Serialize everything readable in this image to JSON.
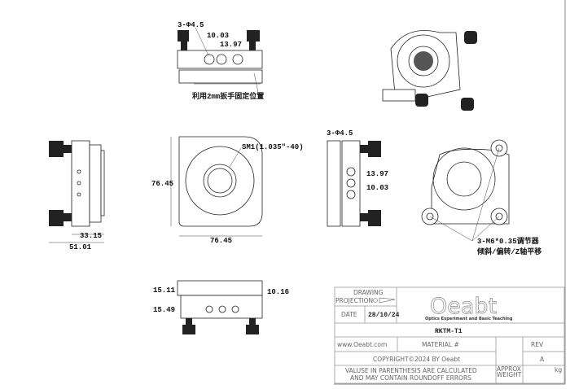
{
  "top_view": {
    "hole_label": "3-Φ4.5",
    "dim_a": "10.03",
    "dim_b": "13.97",
    "note": "利用2mm扳手固定位置"
  },
  "front_view": {
    "thread_label": "SM1(1.035\"-40)",
    "height": "76.45",
    "width": "76.45"
  },
  "left_view": {
    "depth_a": "33.15",
    "depth_b": "51.01"
  },
  "right_view": {
    "hole_label": "3-Φ4.5",
    "dim_a": "13.97",
    "dim_b": "10.03"
  },
  "back_view": {
    "adjuster_label": "3-M6*0.35调节器",
    "adjuster_note": "倾斜/偏转/Z轴平移"
  },
  "bottom_view": {
    "dim_a": "15.11",
    "dim_b": "15.49",
    "dim_c": "10.16"
  },
  "title_block": {
    "drawing_label": "DRAWING",
    "projection_label": "PROJECTION",
    "date_label": "DATE",
    "date_value": "28/10/24",
    "logo_text": "Oeabt",
    "logo_tagline": "Optics Experiment and Basic Teaching",
    "part_number": "RKTM-T1",
    "website": "www.Oeabt.com",
    "material_label": "MATERIAL #",
    "rev_label": "REV",
    "rev_value": "A",
    "copyright": "COPYRIGHT©2024 BY Oeabt",
    "note_line1": "VALUSE IN PARENTHESIS ARE CALCULATED",
    "note_line2": "AND MAY CONTAIN ROUNDOFF ERRORS",
    "approx_label": "APPROX",
    "weight_label": "WEIGHT",
    "weight_unit": "kg"
  }
}
